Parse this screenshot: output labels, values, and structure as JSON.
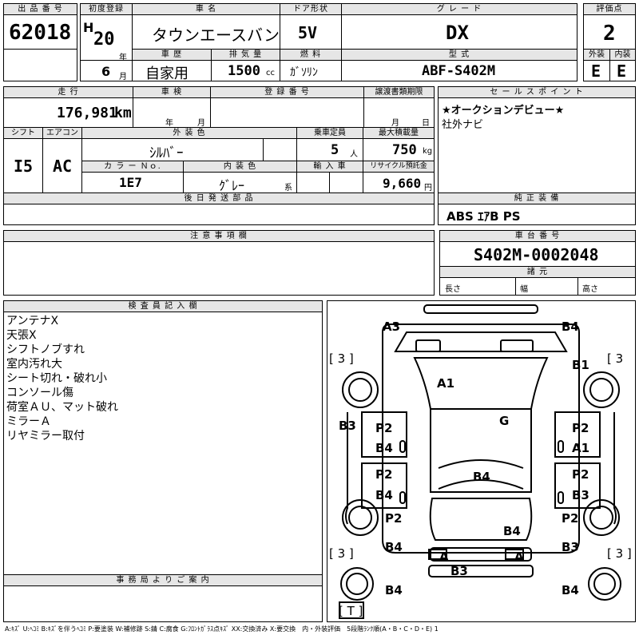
{
  "header": {
    "lot_label": "出 品 番 号",
    "lot_number": "62018",
    "first_reg_label": "初度登録",
    "era": "H",
    "year_num": "20",
    "year_unit": "年",
    "month_num": "6",
    "month_unit": "月",
    "car_name_label": "車 名",
    "car_name": "タウンエースバン",
    "door_label": "ドア形状",
    "door": "5V",
    "grade_label": "グ レ ー ド",
    "grade": "DX",
    "score_label": "評価点",
    "score": "2",
    "history_label": "車 歴",
    "history": "自家用",
    "displacement_label": "排 気 量",
    "displacement": "1500",
    "displacement_unit": "cc",
    "fuel_label": "燃 料",
    "fuel": "ｶﾞｿﾘﾝ",
    "model_label": "型 式",
    "model": "ABF-S402M",
    "exterior_label": "外装",
    "exterior": "E",
    "interior_label": "内装",
    "interior": "E"
  },
  "info": {
    "mileage_label": "走 行",
    "mileage": "176,981",
    "mileage_unit": "km",
    "inspection_label": "車 検",
    "insp_year_unit": "年",
    "insp_month_unit": "月",
    "reg_no_label": "登 録 番 号",
    "transfer_label": "譲渡書類期限",
    "transfer_month_unit": "月",
    "transfer_day_unit": "日",
    "shift_label": "シフト",
    "shift": "I5",
    "ac_label": "エアコン",
    "ac": "AC",
    "ext_color_label": "外 装 色",
    "ext_color": "ｼﾙﾊﾞｰ",
    "capacity_label": "乗車定員",
    "capacity": "5",
    "capacity_unit": "人",
    "load_label": "最大積載量",
    "load": "750",
    "load_unit": "kg",
    "color_no_label": "カ ラ ー Ｎｏ.",
    "color_no": "1E7",
    "int_color_label": "内 装 色",
    "int_color": "ｸﾞﾚｰ",
    "int_color_unit": "系",
    "import_label": "輸 入 車",
    "recycle_label": "リサイクル預託金",
    "recycle": "9,660",
    "recycle_unit": "円",
    "later_parts_label": "後 日 発 送 部 品",
    "notes_label": "注 意 事 項 欄",
    "inspector_label": "検 査 員 記 入 欄",
    "office_label": "事 務 局 よ り ご 案 内"
  },
  "sales_points": {
    "label": "セ ー ル ス ポ イ ン ト",
    "lines": [
      "★オークションデビュー★",
      "社外ナビ"
    ]
  },
  "equipment": {
    "label": "純 正 装 備",
    "value": "ABS ｴｱB PS"
  },
  "chassis": {
    "label": "車 台 番 号",
    "value": "S402M-0002048",
    "spec_label": "諸 元",
    "length_label": "長さ",
    "width_label": "幅",
    "height_label": "高さ"
  },
  "inspector_notes": [
    "アンテナX",
    "天張X",
    "シフトノブすれ",
    "室内汚れ大",
    "シート切れ・破れ小",
    "コンソール傷",
    "荷室ＡＵ、マット破れ",
    "ミラーＡ",
    "リヤミラー取付"
  ],
  "diagram": {
    "marks": [
      "A3",
      "B4",
      "B1",
      "A1",
      "G",
      "B3",
      "P2",
      "B4",
      "P2",
      "A1",
      "P2",
      "B4",
      "B4",
      "P2",
      "B3",
      "P2",
      "B4",
      "B4",
      "P2",
      "B4",
      "B3",
      "A",
      "A",
      "B3",
      "B4",
      "B4"
    ],
    "tire_left_top": "[ 3 ]",
    "tire_right_top": "[ 3",
    "tire_left_bottom": "[ 3 ]",
    "tire_right_bottom": "[ 3 ]",
    "spare": "[ T ]"
  },
  "legend": "A:ｷｽﾞ U:ﾍｺﾐ B:ｷｽﾞを伴うﾍｺﾐ P:要塗装 W:補修跡 S:錆 C:腐食 G:ﾌﾛﾝﾄｶﾞﾗｽ点ｷｽﾞ XX:交換済み X:要交換　内・外装評価　5段階ﾗﾝｸ順(A・B・C・D・E) 1"
}
